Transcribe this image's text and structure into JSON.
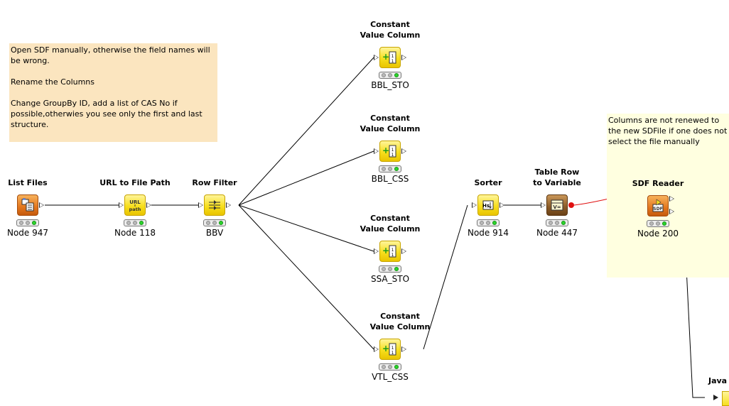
{
  "annotations": [
    {
      "id": "anno-1",
      "text": "Open SDF manually, otherwise the field names will be wrong.\n\nRename the Columns\n\nChange GroupBy ID, add a list of CAS No if possible,otherwies you see only the first and last structure."
    },
    {
      "id": "anno-2",
      "text": "Columns are not renewed to the new SDFile if one does not select the file manually"
    }
  ],
  "nodes": {
    "list_files": {
      "title": "List Files",
      "label": "Node 947",
      "icon": "list-files-icon",
      "color": "orange"
    },
    "url_to_file_path": {
      "title": "URL to File Path",
      "label": "Node 118",
      "icon": "url-to-path-icon",
      "color": "yellow"
    },
    "row_filter": {
      "title": "Row Filter",
      "label": "BBV",
      "icon": "row-filter-icon",
      "color": "yellow"
    },
    "cvc_bbl_sto": {
      "title": "Constant\nValue Column",
      "label": "BBL_STO",
      "icon": "constant-value-column-icon",
      "color": "yellow"
    },
    "cvc_bbl_css": {
      "title": "Constant\nValue Column",
      "label": "BBL_CSS",
      "icon": "constant-value-column-icon",
      "color": "yellow"
    },
    "cvc_ssa_sto": {
      "title": "Constant\nValue Column",
      "label": "SSA_STO",
      "icon": "constant-value-column-icon",
      "color": "yellow"
    },
    "cvc_vtl_css": {
      "title": "Constant\nValue Column",
      "label": "VTL_CSS",
      "icon": "constant-value-column-icon",
      "color": "yellow"
    },
    "sorter": {
      "title": "Sorter",
      "label": "Node 914",
      "icon": "sorter-icon",
      "color": "yellow"
    },
    "table_row_to_variable": {
      "title": "Table Row\nto Variable",
      "label": "Node 447",
      "icon": "table-row-to-variable-icon",
      "color": "brown"
    },
    "sdf_reader": {
      "title": "SDF Reader",
      "label": "Node 200",
      "icon": "sdf-reader-icon",
      "color": "orange"
    }
  },
  "partial": {
    "java_title": "Java S"
  },
  "colors": {
    "flow_variable_wire": "#e01010",
    "data_wire": "#000000"
  }
}
